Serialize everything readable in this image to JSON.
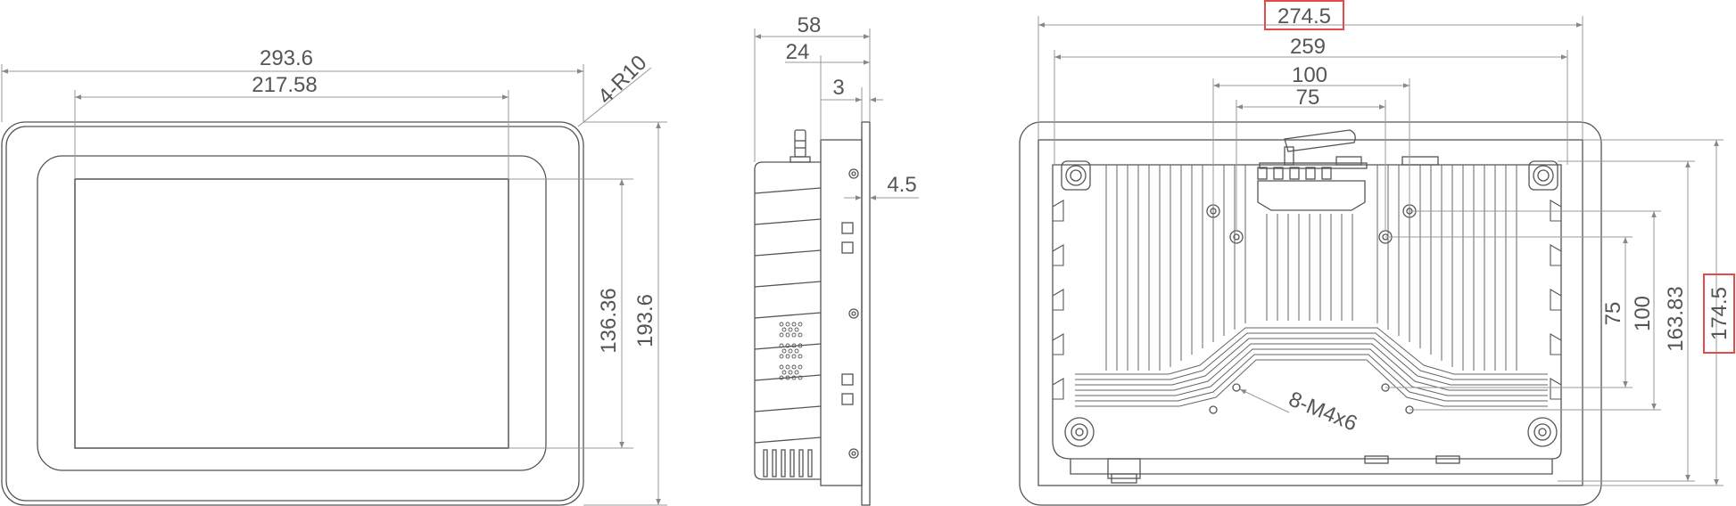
{
  "front_view": {
    "width": "293.6",
    "screen_width": "217.58",
    "corner_radius": "4-R10",
    "screen_height": "136.36",
    "height": "193.6"
  },
  "side_view": {
    "depth": "58",
    "body_depth": "24",
    "bezel_offset": "3",
    "bezel_thickness": "4.5"
  },
  "rear_view": {
    "cutout_width": "274.5",
    "mount_width": "259",
    "vesa_outer": "100",
    "vesa_inner": "75",
    "vesa_inner_v": "75",
    "vesa_outer_v": "100",
    "mount_height": "163.83",
    "cutout_height": "174.5",
    "screws": "8-M4x6"
  },
  "colors": {
    "line": "#555555",
    "dim": "#8a8a8a",
    "highlight": "#e14b4b"
  }
}
